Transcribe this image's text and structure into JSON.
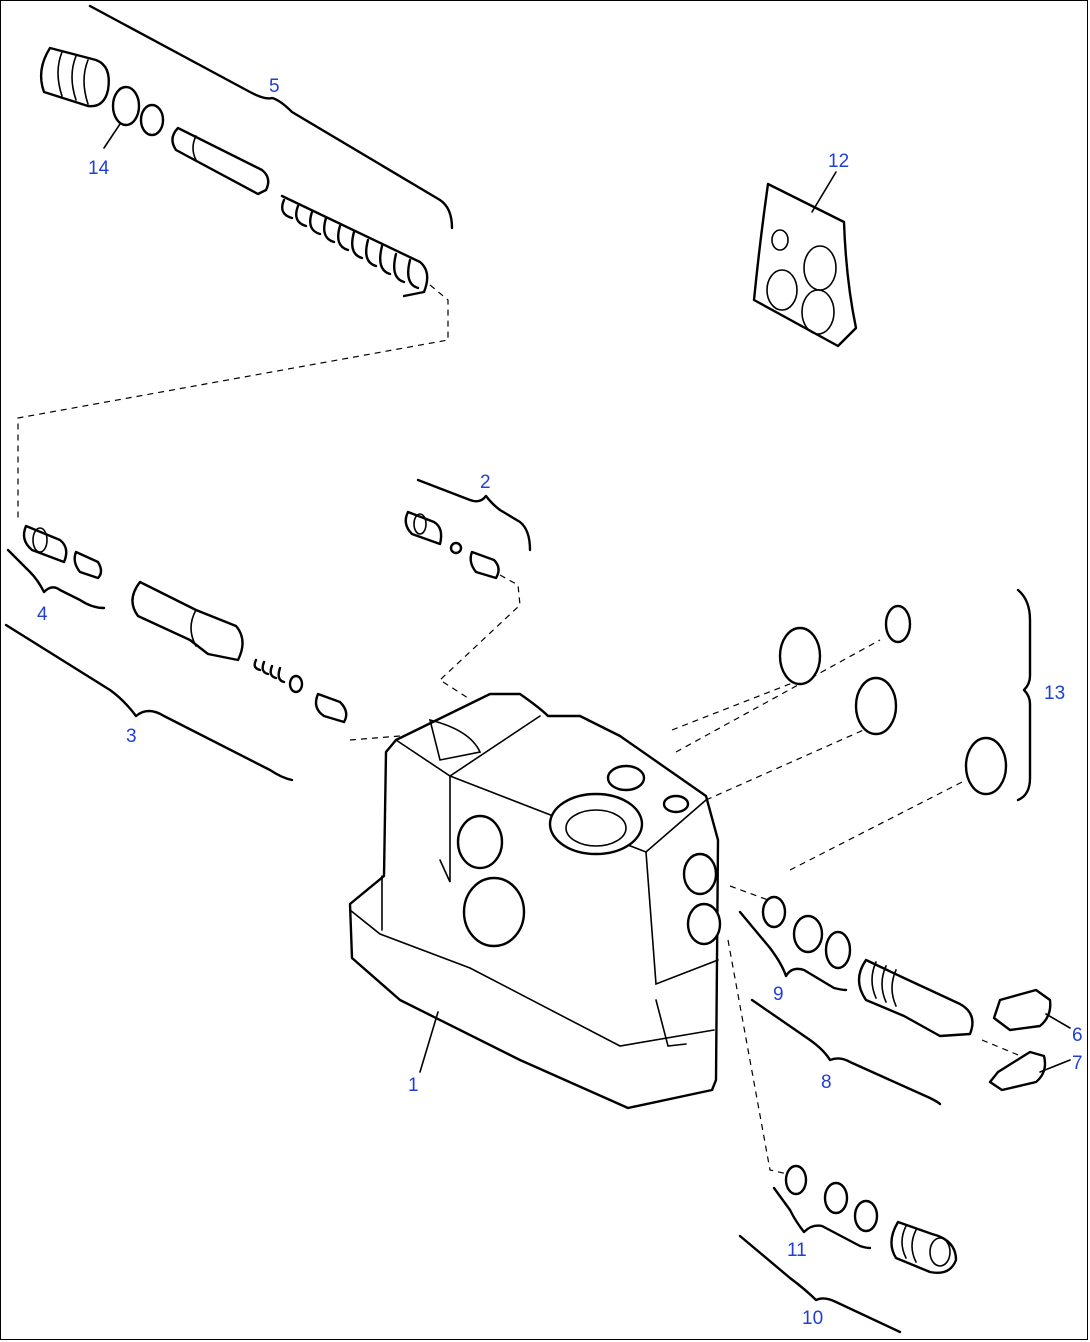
{
  "callouts": {
    "c1": "1",
    "c2": "2",
    "c3": "3",
    "c4": "4",
    "c5": "5",
    "c6": "6",
    "c7": "7",
    "c8": "8",
    "c9": "9",
    "c10": "10",
    "c11": "11",
    "c12": "12",
    "c13": "13",
    "c14": "14"
  },
  "colors": {
    "callout": "#1f3fd6",
    "line": "#000000",
    "background": "#ffffff"
  }
}
